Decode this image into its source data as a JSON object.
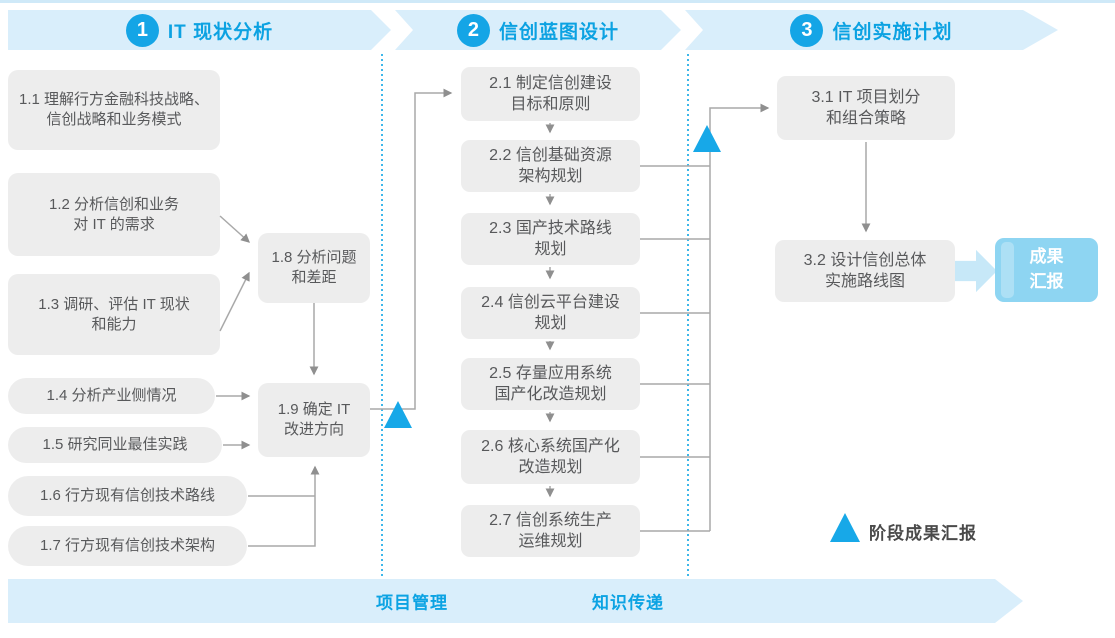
{
  "title": "信创规划三阶段流程图",
  "colors": {
    "accent_blue": "#14a5e6",
    "banner_bg": "#d9eefb",
    "dotted_separator": "#3db7ea",
    "step_box_bg": "#ededed",
    "step_box_text": "#58595b",
    "connector_gray": "#a9a9a9",
    "result_box_bg": "#8ed5f2",
    "result_box_text": "#ffffff",
    "footer_text": "#0ca3e3",
    "legend_text": "#4a4a4a"
  },
  "phases": [
    {
      "number": "1",
      "title": "IT 现状分析"
    },
    {
      "number": "2",
      "title": "信创蓝图设计"
    },
    {
      "number": "3",
      "title": "信创实施计划"
    }
  ],
  "phase1": {
    "boxes": [
      "1.1 理解行方金融科技战略、\n信创战略和业务模式",
      "1.2 分析信创和业务\n对 IT 的需求",
      "1.3 调研、评估 IT 现状\n和能力",
      "1.4 分析产业侧情况",
      "1.5 研究同业最佳实践",
      "1.6 行方现有信创技术路线",
      "1.7 行方现有信创技术架构",
      "1.8 分析问题\n和差距",
      "1.9 确定 IT\n改进方向"
    ]
  },
  "phase2": {
    "boxes": [
      "2.1 制定信创建设\n目标和原则",
      "2.2 信创基础资源\n架构规划",
      "2.3 国产技术路线\n规划",
      "2.4 信创云平台建设\n规划",
      "2.5 存量应用系统\n国产化改造规划",
      "2.6 核心系统国产化\n改造规划",
      "2.7 信创系统生产\n运维规划"
    ]
  },
  "phase3": {
    "boxes": [
      "3.1 IT 项目划分\n和组合策略",
      "3.2 设计信创总体\n实施路线图"
    ]
  },
  "result_box": {
    "label": "成果\n汇报"
  },
  "footer": {
    "left_label": "项目管理",
    "right_label": "知识传递"
  },
  "legend": {
    "label": "阶段成果汇报"
  }
}
